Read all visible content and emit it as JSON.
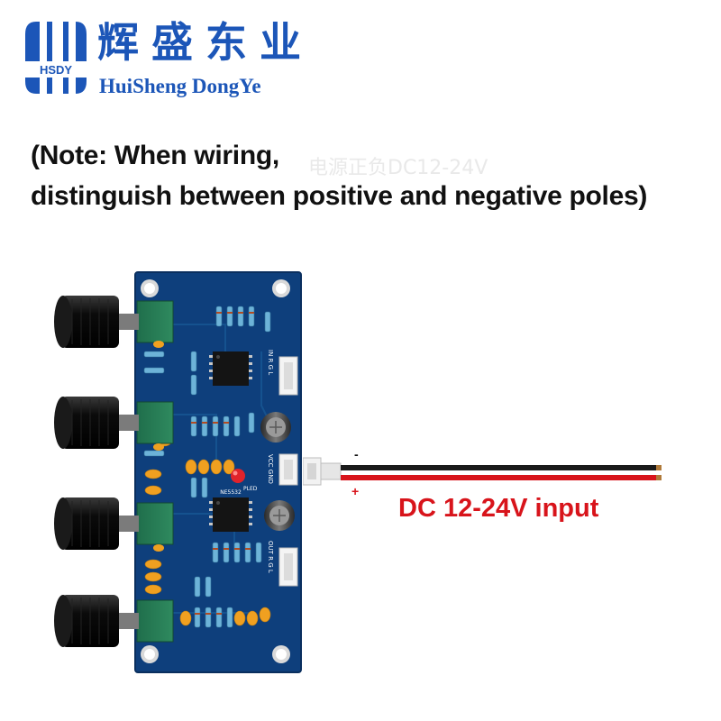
{
  "logo": {
    "mark_text": "HSDY",
    "chinese": "辉盛东业",
    "english": "HuiSheng DongYe"
  },
  "note": {
    "line1": "(Note: When wiring,",
    "line2": "distinguish between positive and negative poles)",
    "faint_overlay": "电源正负DC12-24V"
  },
  "board": {
    "silkscreen": {
      "in_connector": "IN R G L",
      "power_connector": "VCC GND",
      "out_connector": "OUT R G L",
      "led_label": "PLED",
      "chip": "NE5532"
    },
    "knob_count": 4
  },
  "cable": {
    "negative_mark": "-",
    "positive_mark": "+",
    "label": "DC 12-24V input"
  },
  "colors": {
    "brand_blue": "#1c56b8",
    "label_red": "#d8141b",
    "pcb_blue": "#0e3f7c",
    "wire_black": "#1a1a1a",
    "wire_red": "#d8141b"
  }
}
